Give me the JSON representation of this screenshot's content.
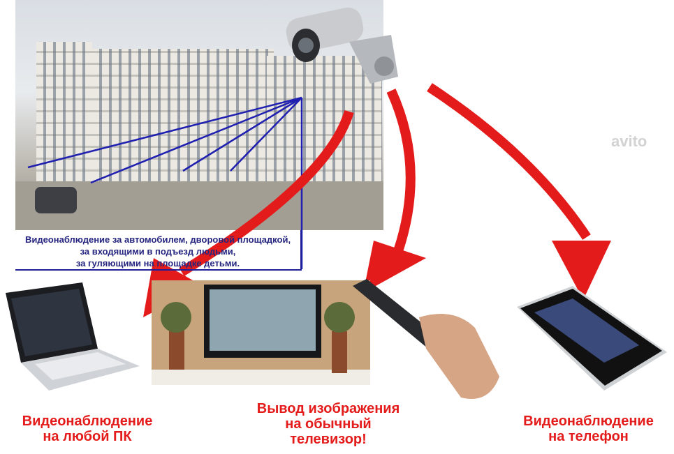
{
  "courtyard_caption": {
    "lines": [
      "Видеонаблюдение за автомобилем, дворовой площадкой,",
      "за входящими в подъезд людьми,",
      "за гуляющими на площадке детьми."
    ]
  },
  "pc_label": {
    "lines": [
      "Видеонаблюдение",
      "на любой ПК"
    ]
  },
  "tv_label": {
    "lines": [
      "Вывод изображения",
      "на обычный",
      "телевизор!"
    ]
  },
  "phone_label": {
    "lines": [
      "Видеонаблюдение",
      "на телефон"
    ]
  },
  "watermark": "avito",
  "colors": {
    "arrow": "#e41b1b",
    "caption_text": "#25257f",
    "sightlines": "#1f1fb0"
  }
}
